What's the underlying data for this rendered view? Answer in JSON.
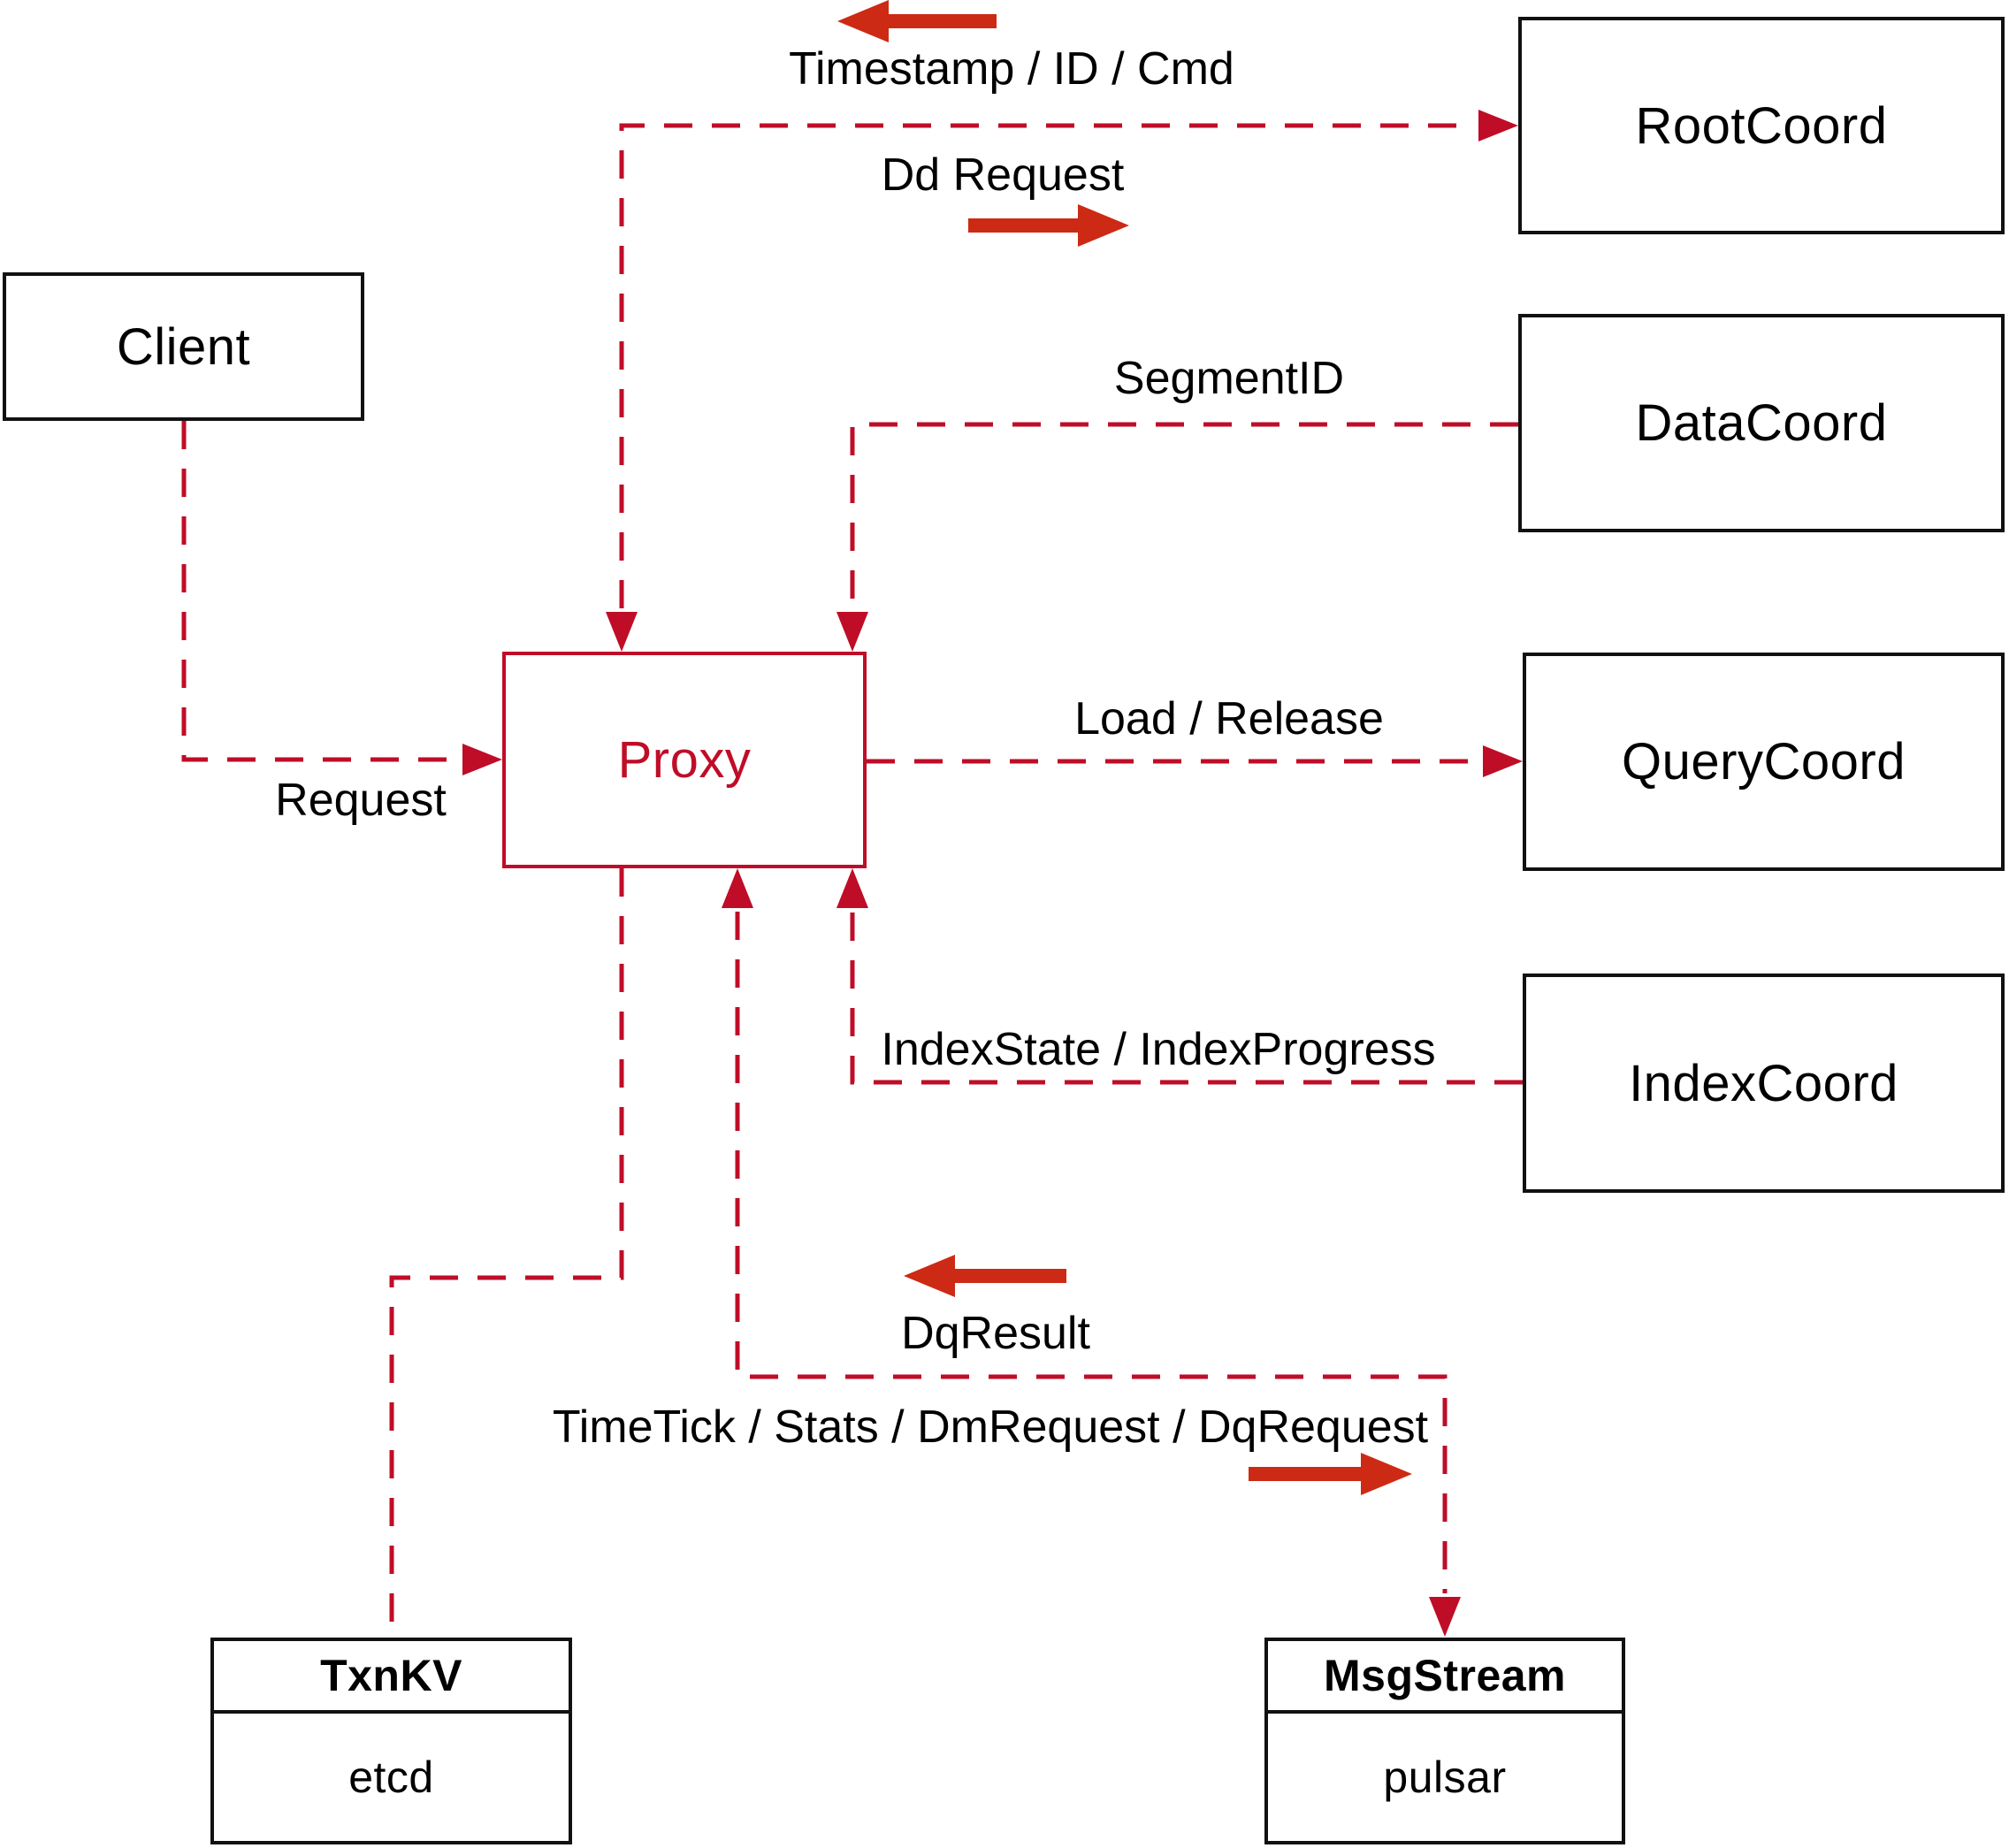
{
  "diagram": {
    "nodes": {
      "client": {
        "label": "Client"
      },
      "proxy": {
        "label": "Proxy"
      },
      "root_coord": {
        "label": "RootCoord"
      },
      "data_coord": {
        "label": "DataCoord"
      },
      "query_coord": {
        "label": "QueryCoord"
      },
      "index_coord": {
        "label": "IndexCoord"
      },
      "txn_kv": {
        "title": "TxnKV",
        "subtitle": "etcd"
      },
      "msg_stream": {
        "title": "MsgStream",
        "subtitle": "pulsar"
      }
    },
    "edge_labels": {
      "timestamp_id_cmd": "Timestamp / ID / Cmd",
      "dd_request": "Dd Request",
      "segment_id": "SegmentID",
      "load_release": "Load / Release",
      "request": "Request",
      "index_state": "IndexState / IndexProgress",
      "dq_result": "DqResult",
      "time_tick": "TimeTick / Stats / DmRequest / DqRequest"
    },
    "colors": {
      "dashed_line": "#bf0d28",
      "solid_arrow": "#cc2a14",
      "box_border": "#111111",
      "text": "#000000"
    }
  }
}
